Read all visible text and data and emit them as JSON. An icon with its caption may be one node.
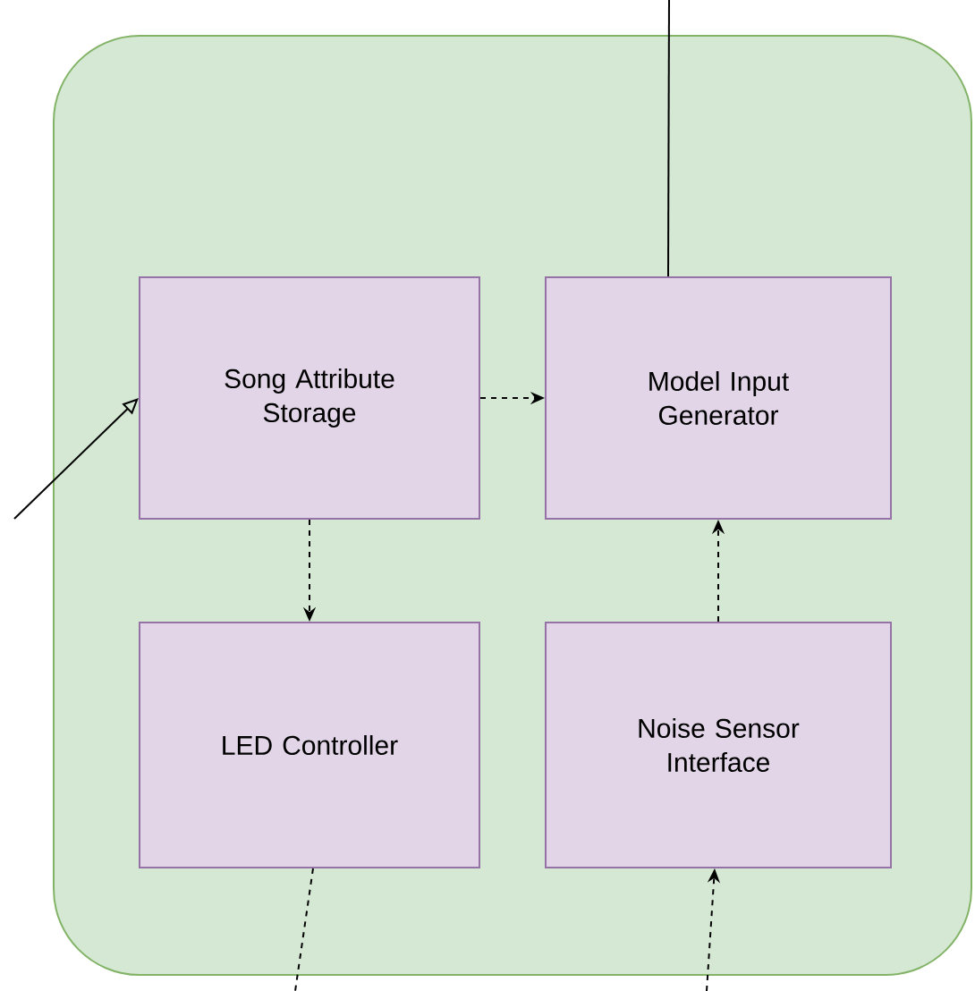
{
  "diagram": {
    "nodes": [
      {
        "text": [],
        "shape": "box"
      },
      {
        "text": [
          "Song Attribute Storage"
        ],
        "in": 0
      },
      {
        "text": [
          "Model Input Generator"
        ],
        "in": 0
      },
      {
        "text": [
          "LED Controller"
        ],
        "in": 0
      },
      {
        "text": [
          "Noise Sensor Interface"
        ],
        "in": 0
      }
    ],
    "edges": [
      {
        "from": null,
        "to": 1,
        "arrow": "to"
      },
      {
        "from": 1,
        "to": 2,
        "arrow": "to",
        "style": "dashed"
      },
      {
        "from": 1,
        "to": 3,
        "arrow": "to",
        "style": "dashed"
      },
      {
        "from": 4,
        "to": 2,
        "arrow": "to",
        "style": "dashed"
      },
      {
        "from": 2,
        "to": null,
        "arrow": "none"
      },
      {
        "from": 3,
        "to": null,
        "arrow": "none",
        "style": "dashed"
      },
      {
        "from": null,
        "to": 4,
        "arrow": "to",
        "style": "dashed"
      }
    ]
  }
}
